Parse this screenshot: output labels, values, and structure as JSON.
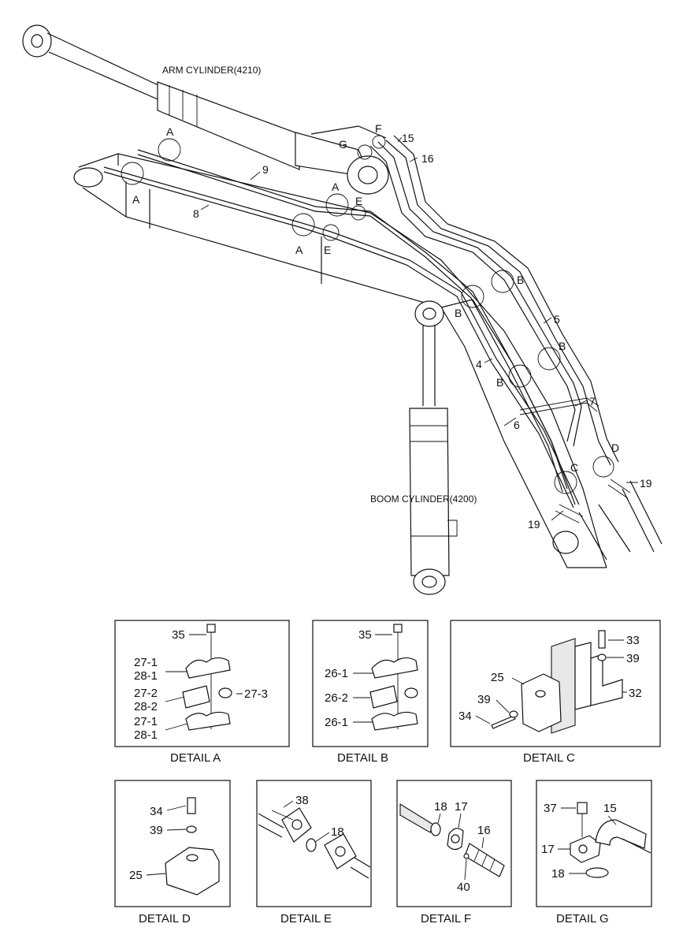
{
  "main": {
    "arm_cylinder_label": "ARM CYLINDER(4210)",
    "boom_cylinder_label": "BOOM CYLINDER(4200)",
    "callouts": {
      "c15": "15",
      "c16": "16",
      "c9": "9",
      "c8": "8",
      "c5": "5",
      "c4": "4",
      "c7": "7",
      "c6": "6",
      "c19a": "19",
      "c19b": "19",
      "F": "F",
      "G": "G",
      "A1": "A",
      "A2": "A",
      "A3": "A",
      "A4": "A",
      "E1": "E",
      "E2": "E",
      "B1": "B",
      "B2": "B",
      "B3": "B",
      "B4": "B",
      "C": "C",
      "D": "D"
    }
  },
  "details": {
    "a": {
      "caption": "DETAIL A",
      "p35": "35",
      "p27_1a": "27-1",
      "p28_1a": "28-1",
      "p27_2": "27-2",
      "p28_2": "28-2",
      "p27_3": "27-3",
      "p27_1b": "27-1",
      "p28_1b": "28-1"
    },
    "b": {
      "caption": "DETAIL B",
      "p35": "35",
      "p26_1a": "26-1",
      "p26_2": "26-2",
      "p26_1b": "26-1"
    },
    "c": {
      "caption": "DETAIL C",
      "p33": "33",
      "p39a": "39",
      "p25": "25",
      "p32": "32",
      "p39b": "39",
      "p34": "34"
    },
    "d": {
      "caption": "DETAIL D",
      "p34": "34",
      "p39": "39",
      "p25": "25"
    },
    "e": {
      "caption": "DETAIL E",
      "p38": "38",
      "p18": "18"
    },
    "f": {
      "caption": "DETAIL F",
      "p18": "18",
      "p17": "17",
      "p16": "16",
      "p40": "40"
    },
    "g": {
      "caption": "DETAIL G",
      "p37": "37",
      "p15": "15",
      "p17": "17",
      "p18": "18"
    }
  }
}
